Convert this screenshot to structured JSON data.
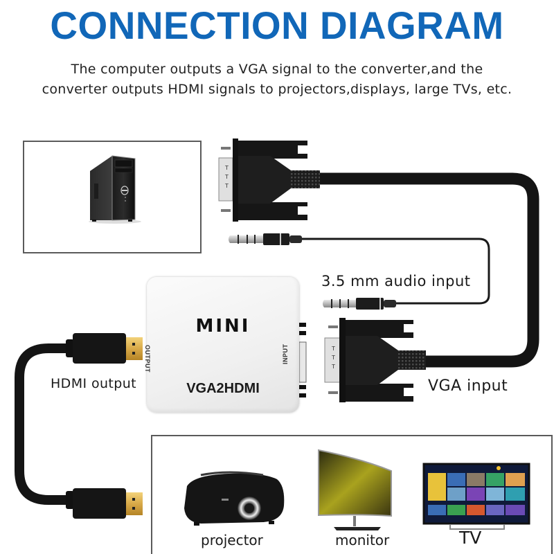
{
  "header": {
    "title": "CONNECTION DIAGRAM",
    "subtitle_line1": "The computer outputs a VGA signal to the converter,and the",
    "subtitle_line2": "converter outputs HDMI signals to projectors,displays, large TVs, etc."
  },
  "source": {
    "device": "computer-tower",
    "icon": "desktop-tower-icon"
  },
  "converter": {
    "brand_label": "MINI",
    "model_label": "VGA2HDMI",
    "output_port_label": "OUTPUT",
    "input_port_label": "INPUT"
  },
  "cables": {
    "audio_label": "3.5 mm audio input",
    "vga_label": "VGA input",
    "hdmi_label": "HDMI output"
  },
  "displays": [
    {
      "label": "projector",
      "icon": "projector-icon"
    },
    {
      "label": "monitor",
      "icon": "monitor-icon"
    },
    {
      "label": "TV",
      "icon": "tv-icon"
    }
  ],
  "colors": {
    "title_blue": "#1167b8",
    "cable_black": "#141414",
    "gold_connector": "#d8a948",
    "box_border": "#5a5a5a"
  }
}
